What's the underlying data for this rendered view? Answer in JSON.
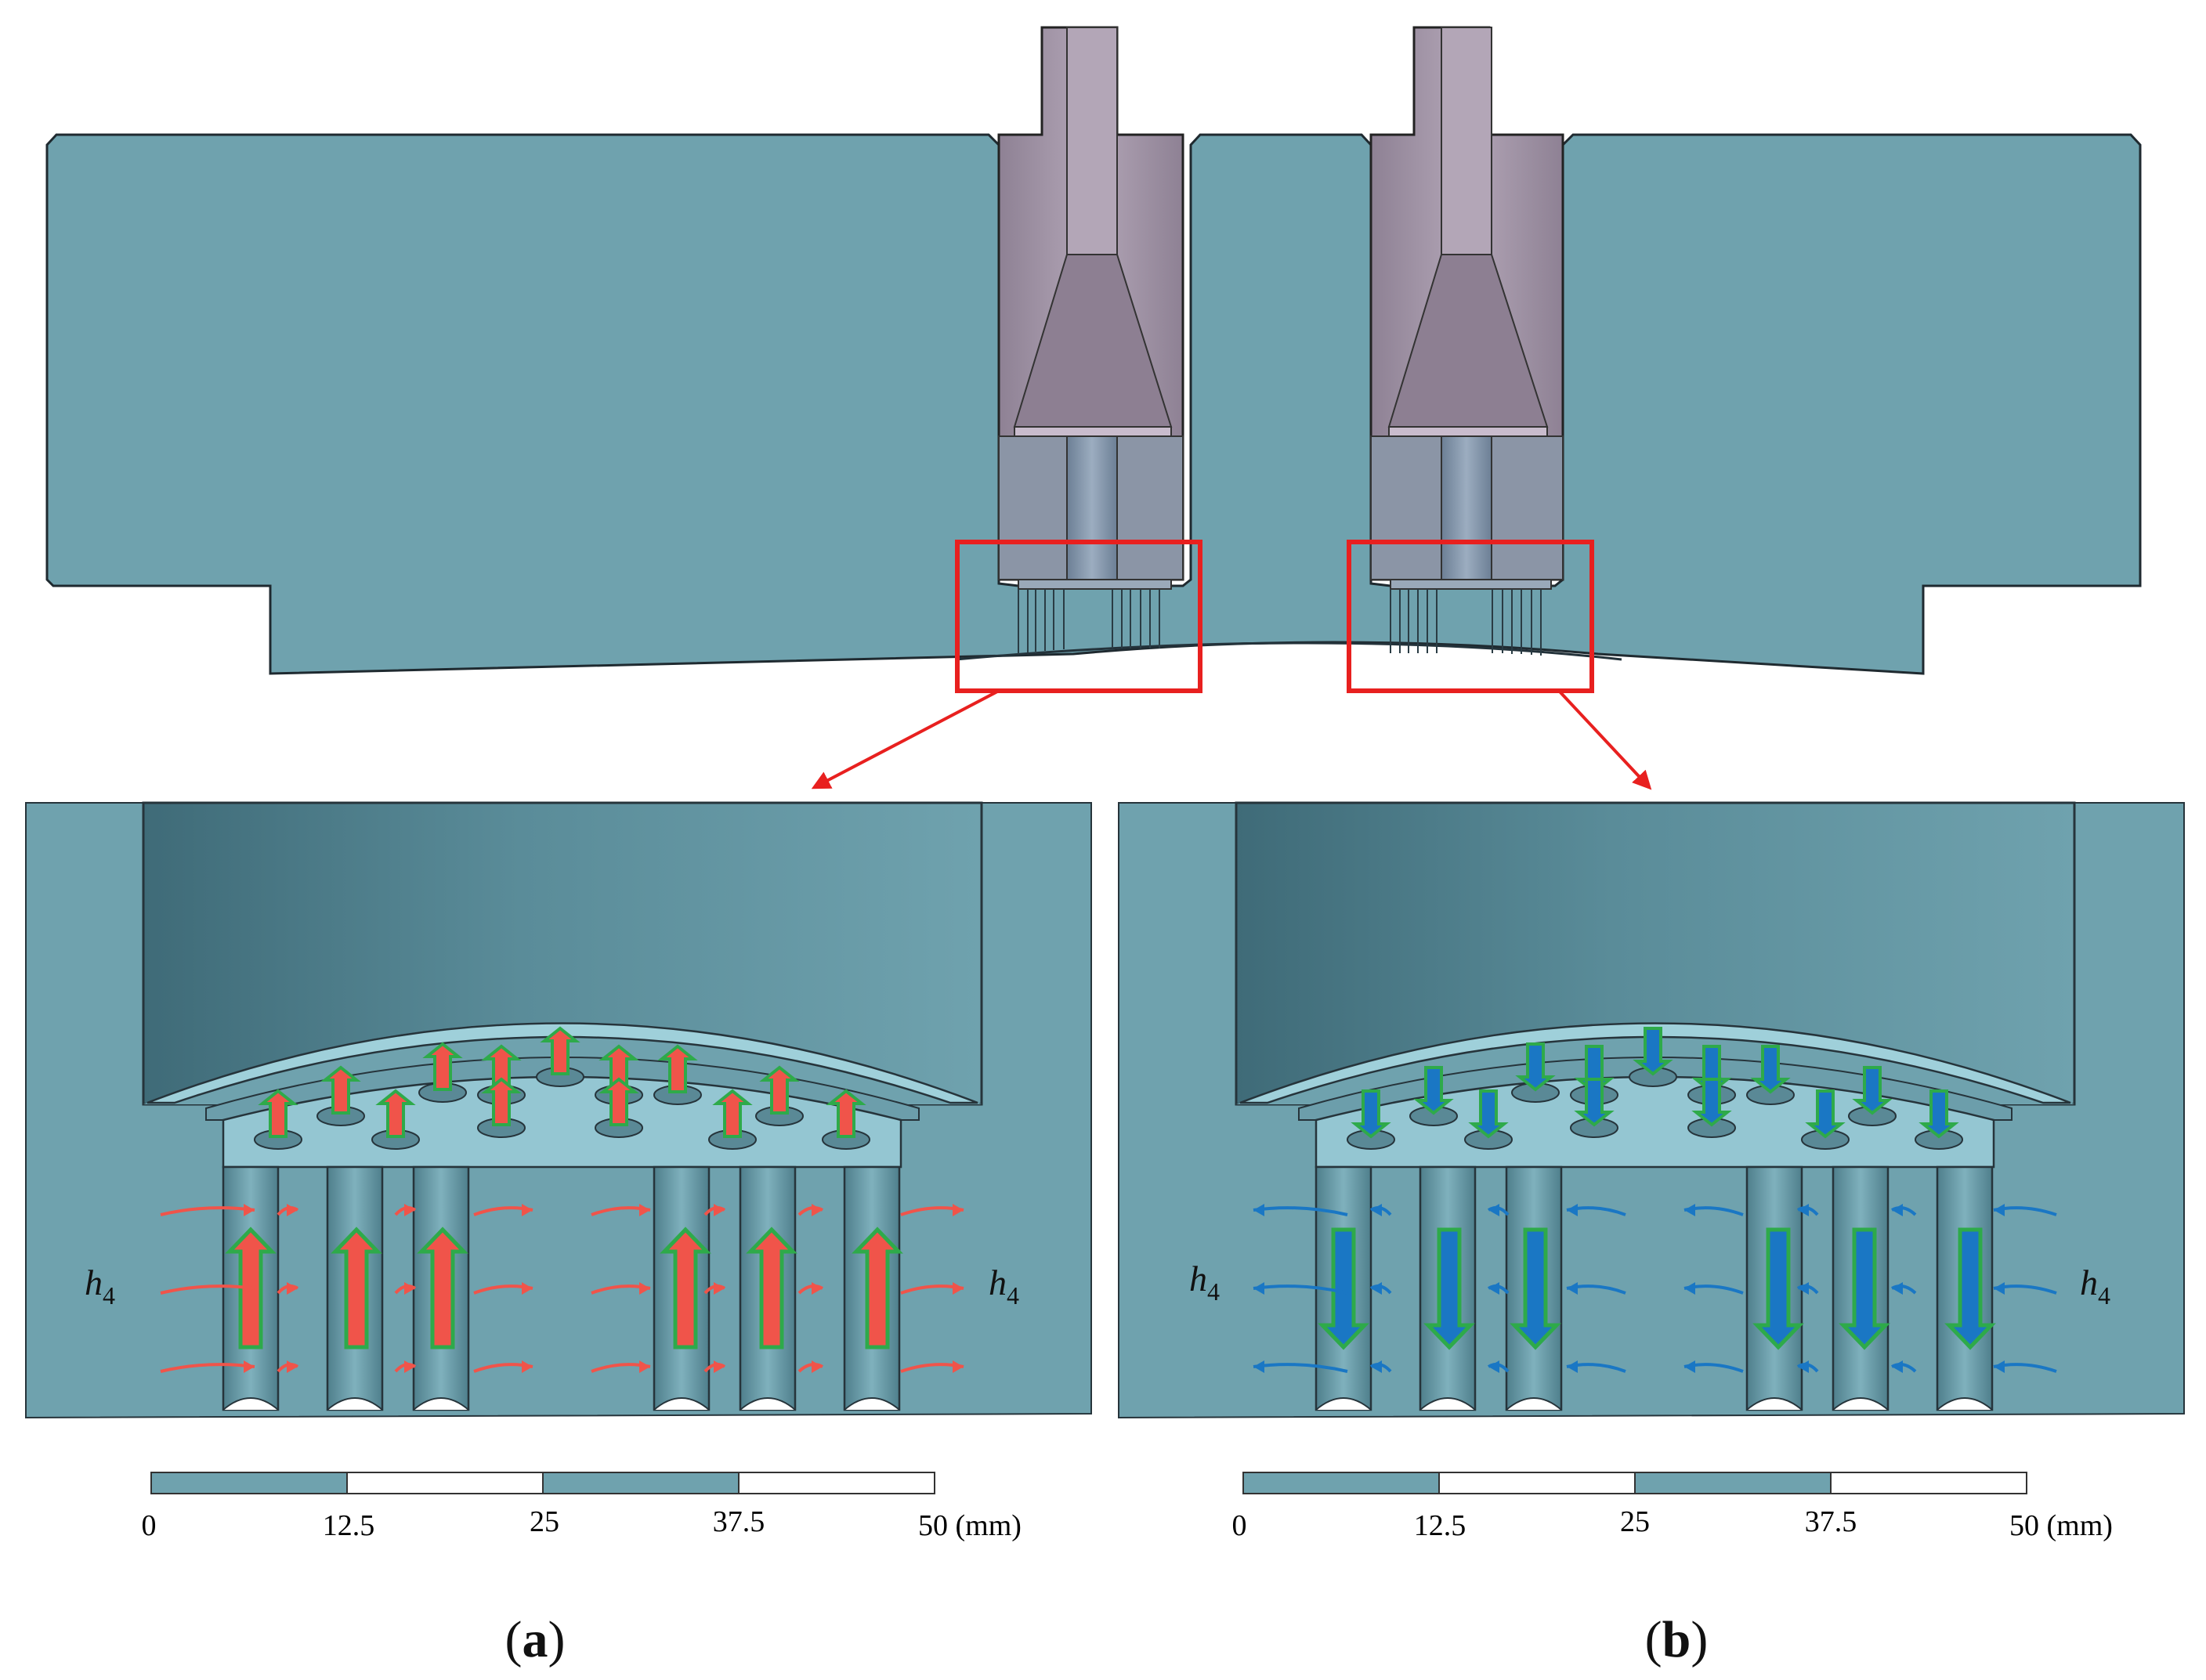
{
  "colors": {
    "mold": "#6fa2ae",
    "mold_dark": "#4c7986",
    "nozzle": "#a89bac",
    "nozzle_dark": "#8f8394",
    "highlight_box": "#e8201f",
    "heat_out": "#f0544a",
    "heat_in": "#1a77c4",
    "arrow_outline": "#2eaa4a"
  },
  "panels": {
    "a": {
      "label_open": "(",
      "label_letter": "a",
      "label_close": ")",
      "h_symbol": "h",
      "h_subscript": "4",
      "flow": "up"
    },
    "b": {
      "label_open": "(",
      "label_letter": "b",
      "label_close": ")",
      "h_symbol": "h",
      "h_subscript": "4",
      "flow": "down"
    }
  },
  "scale_bar": {
    "ticks": [
      "0",
      "12.5",
      "25",
      "37.5",
      "50 (mm)"
    ]
  }
}
